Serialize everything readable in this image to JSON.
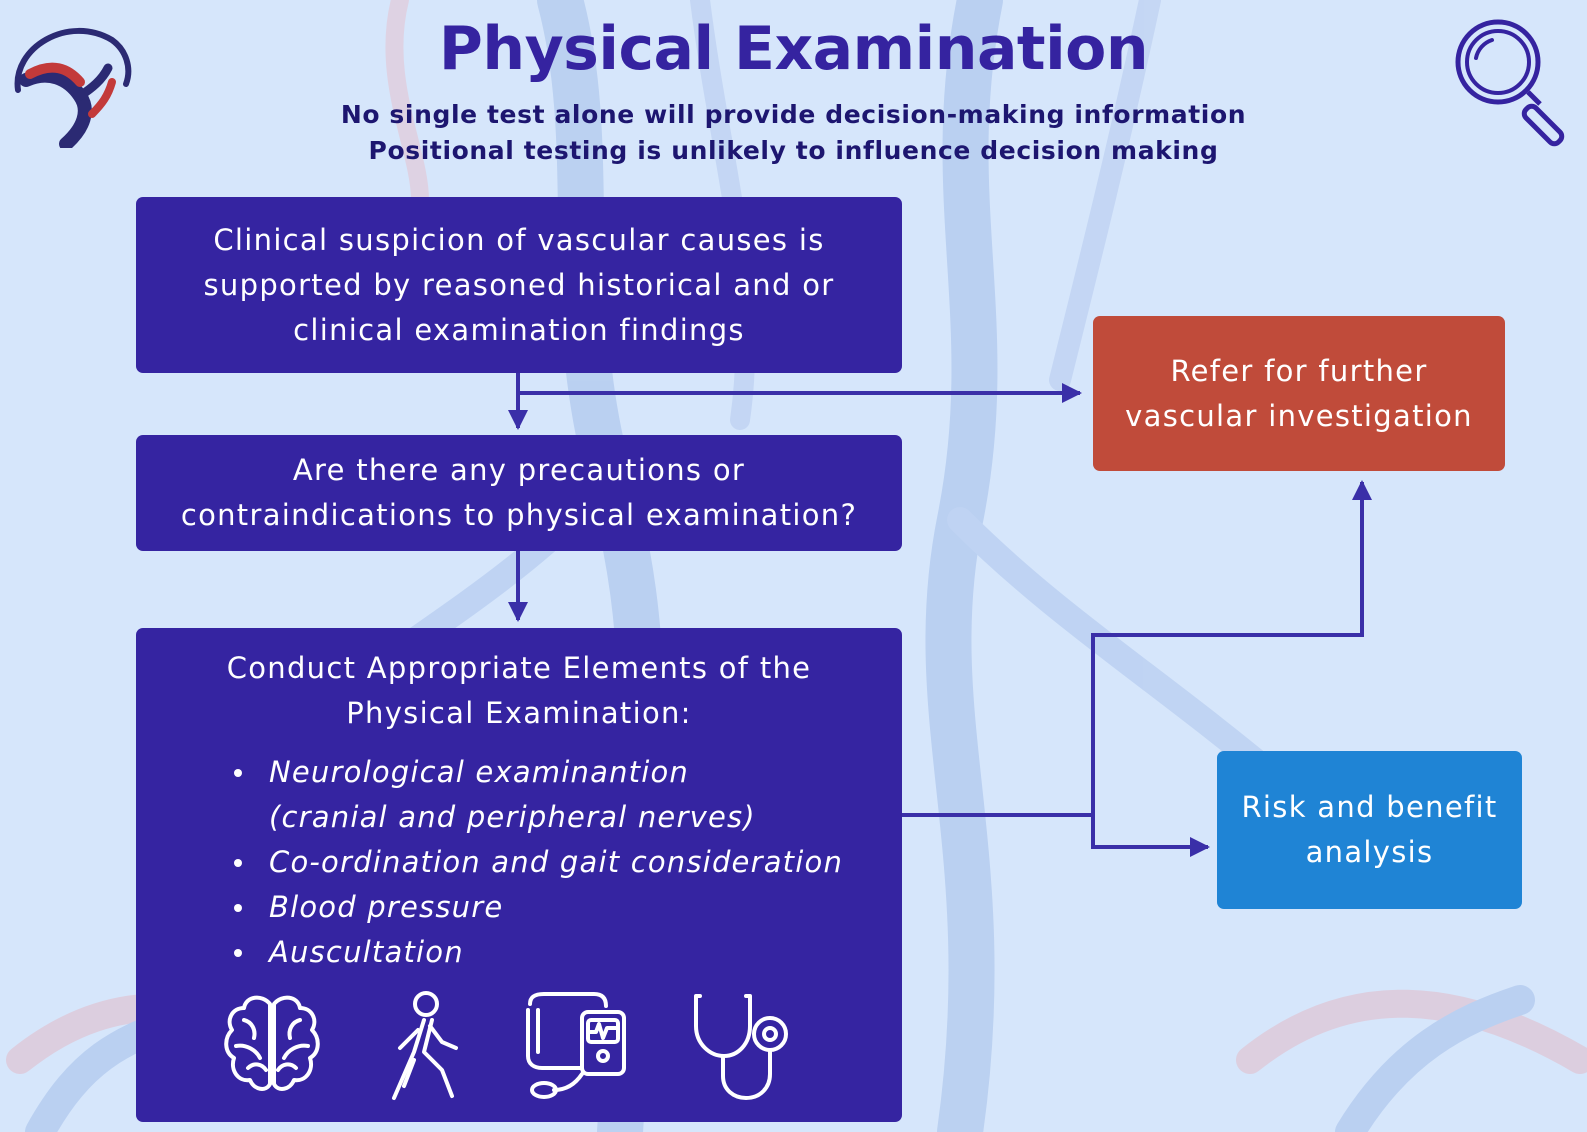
{
  "header": {
    "title": "Physical Examination",
    "subtitle_1": "No single test alone will provide decision-making information",
    "subtitle_2": "Positional testing is unlikely to influence decision making"
  },
  "boxes": {
    "suspicion": "Clinical suspicion of vascular causes is\nsupported by reasoned historical and or\nclinical examination findings",
    "precautions": "Are there any precautions or\ncontraindications to physical examination?",
    "conduct": {
      "heading": "Conduct Appropriate Elements of the\nPhysical Examination:",
      "items": [
        "Neurological examinantion\n(cranial and peripheral nerves)",
        "Co-ordination and gait consideration",
        "Blood pressure",
        "Auscultation"
      ],
      "icons": [
        "brain-icon",
        "walking-person-icon",
        "blood-pressure-monitor-icon",
        "stethoscope-icon"
      ]
    },
    "refer": "Refer for further\nvascular investigation",
    "risk": "Risk and benefit\nanalysis"
  },
  "colors": {
    "background": "#d6e6fb",
    "title": "#3523a0",
    "purple_box": "#3524a1",
    "red_box": "#c04b3a",
    "blue_box": "#1f84d5",
    "arrow": "#3a2fa8"
  },
  "decorations": [
    "vascular-logo",
    "magnifying-glass-icon",
    "blood-vessel-background"
  ]
}
